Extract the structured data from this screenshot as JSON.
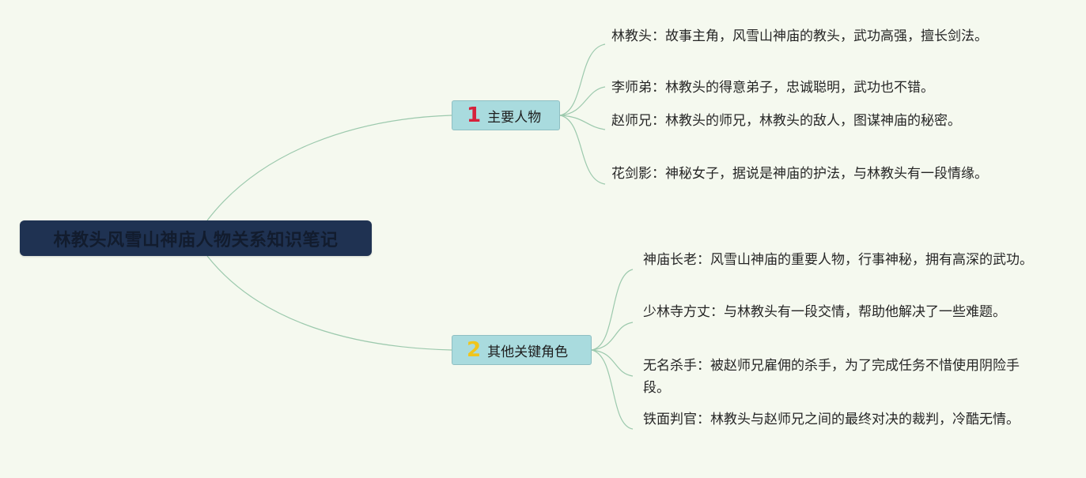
{
  "root": {
    "title": "林教头风雪山神庙人物关系知识笔记"
  },
  "branches": [
    {
      "number": "1",
      "label": "主要人物",
      "color": "#d6213b",
      "leaves": [
        "林教头：故事主角，风雪山神庙的教头，武功高强，擅长剑法。",
        "李师弟：林教头的得意弟子，忠诚聪明，武功也不错。",
        "赵师兄：林教头的师兄，林教头的敌人，图谋神庙的秘密。",
        "花剑影：神秘女子，据说是神庙的护法，与林教头有一段情缘。"
      ]
    },
    {
      "number": "2",
      "label": "其他关键角色",
      "color": "#f0c51c",
      "leaves": [
        "神庙长老：风雪山神庙的重要人物，行事神秘，拥有高深的武功。",
        "少林寺方丈：与林教头有一段交情，帮助他解决了一些难题。",
        "无名杀手：被赵师兄雇佣的杀手，为了完成任务不惜使用阴险手段。",
        "铁面判官：林教头与赵师兄之间的最终对决的裁判，冷酷无情。"
      ]
    }
  ],
  "colors": {
    "background": "#f5f9ef",
    "root_fill": "#1f3252",
    "branch_fill": "#a9dbde",
    "connector": "#9cc9ad"
  }
}
